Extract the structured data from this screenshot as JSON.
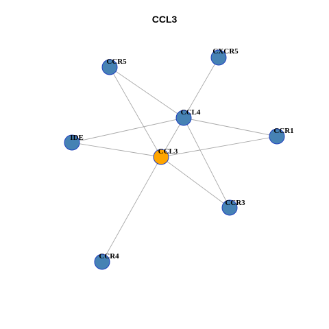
{
  "title": "CCL3",
  "colors": {
    "center_node": "#ffa500",
    "node": "#4682b4",
    "node_border": "#1f3fbf",
    "edge": "#a8a8a8"
  },
  "nodes": [
    {
      "id": "CCL3",
      "label": "CCL3",
      "center": true
    },
    {
      "id": "CCL4",
      "label": "CCL4",
      "center": false
    },
    {
      "id": "CCR5",
      "label": "CCR5",
      "center": false
    },
    {
      "id": "CXCR5",
      "label": "CXCR5",
      "center": false
    },
    {
      "id": "CCR1",
      "label": "CCR1",
      "center": false
    },
    {
      "id": "IDE",
      "label": "IDE",
      "center": false
    },
    {
      "id": "CCR3",
      "label": "CCR3",
      "center": false
    },
    {
      "id": "CCR4",
      "label": "CCR4",
      "center": false
    }
  ],
  "edges": [
    {
      "from": "CCL3",
      "to": "CCR5"
    },
    {
      "from": "CCL3",
      "to": "IDE"
    },
    {
      "from": "CCL3",
      "to": "CCR1"
    },
    {
      "from": "CCL3",
      "to": "CCR3"
    },
    {
      "from": "CCL3",
      "to": "CCR4"
    },
    {
      "from": "CCL3",
      "to": "CCL4"
    },
    {
      "from": "CCL4",
      "to": "CCR5"
    },
    {
      "from": "CCL4",
      "to": "CXCR5"
    },
    {
      "from": "CCL4",
      "to": "IDE"
    },
    {
      "from": "CCL4",
      "to": "CCR1"
    },
    {
      "from": "CCL4",
      "to": "CCR3"
    }
  ]
}
